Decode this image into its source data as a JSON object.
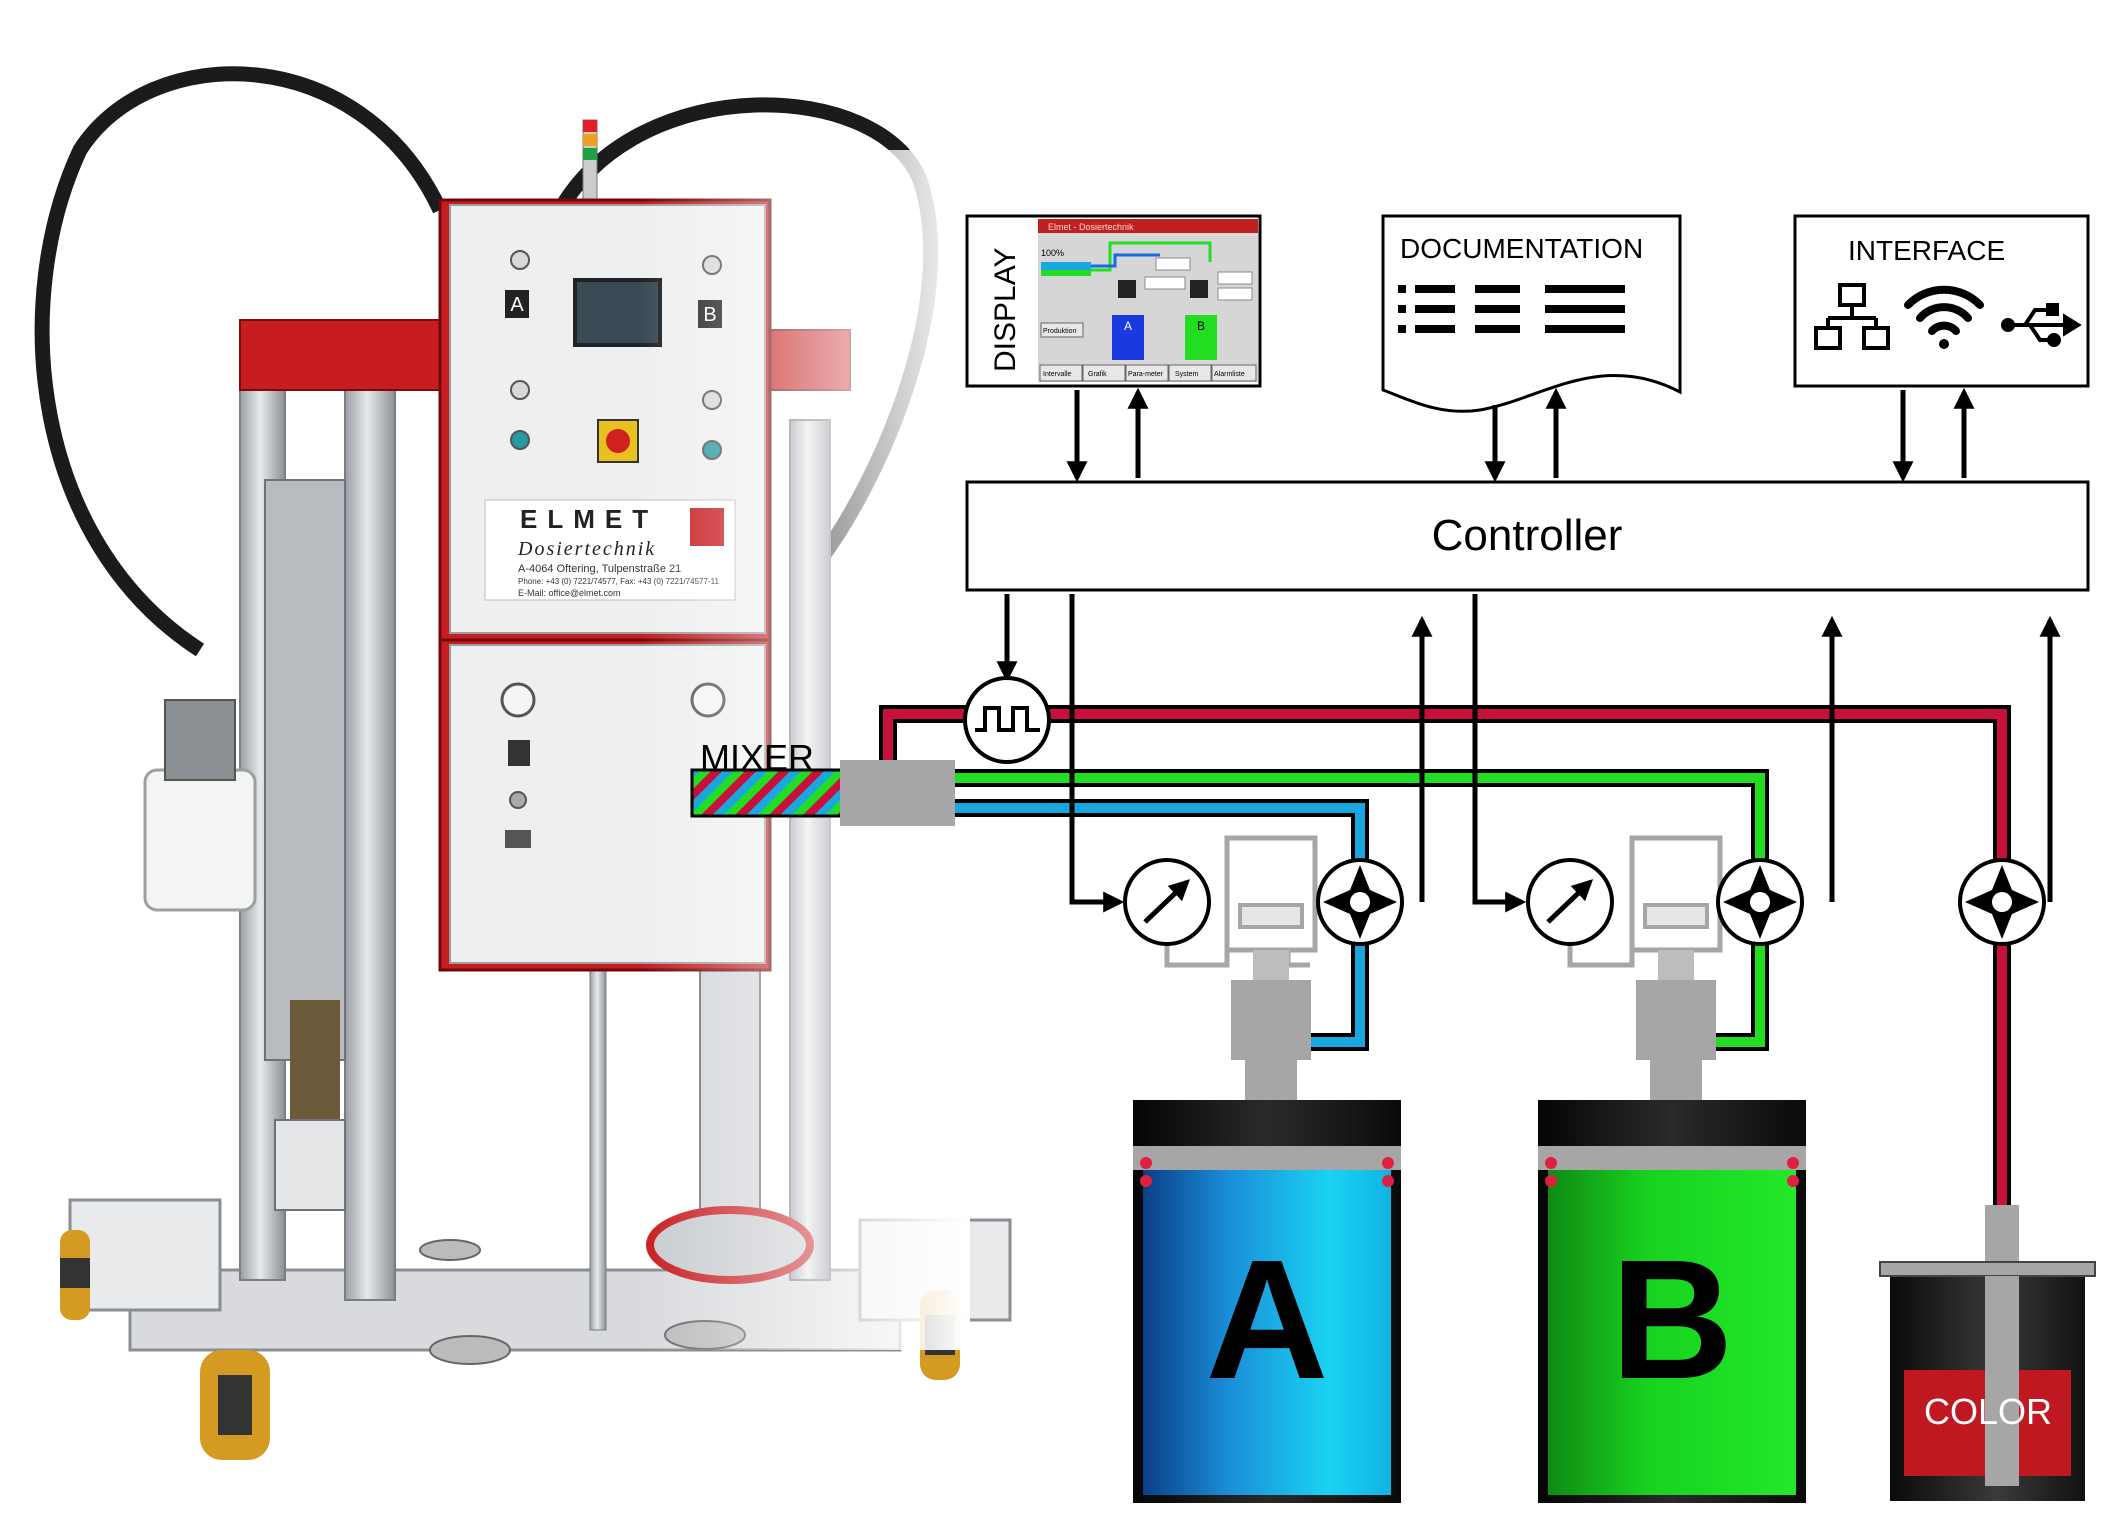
{
  "machine": {
    "brand": "ELMET",
    "brand_sub": "Dosiertechnik",
    "address": "A-4064 Oftering, Tulpenstraße 21",
    "phone": "Phone: +43 (0) 7221/74577, Fax: +43 (0) 7221/74577-11",
    "email": "E-Mail: office@elmet.com",
    "panel_left": "A",
    "panel_right": "B"
  },
  "diagram": {
    "display_label": "DISPLAY",
    "documentation_label": "DOCUMENTATION",
    "interface_label": "INTERFACE",
    "controller_label": "Controller",
    "mixer_label": "MIXER",
    "tank_a_label": "A",
    "tank_b_label": "B",
    "color_label": "COLOR"
  },
  "hmi_screen": {
    "title": "Elmet - Dosiertechnik",
    "ratio": "100%",
    "tank_a": "A",
    "tank_b": "B",
    "tabs": [
      "Intervalle",
      "Grafik",
      "Para-meter",
      "System",
      "Alarmliste"
    ],
    "button": "Produktion"
  },
  "colors": {
    "blue_line": "#1aa7e0",
    "green_line": "#22dd22",
    "red_line": "#c8103c",
    "tank_a_top": "#0a6fb8",
    "tank_a_light": "#16c8ee",
    "tank_b": "#12d21a",
    "color_tank": "#c01820"
  },
  "icons": [
    "network-icon",
    "wifi-icon",
    "usb-icon",
    "pulse-generator-icon",
    "pressure-gauge-icon",
    "gear-pump-icon",
    "list-icon"
  ]
}
